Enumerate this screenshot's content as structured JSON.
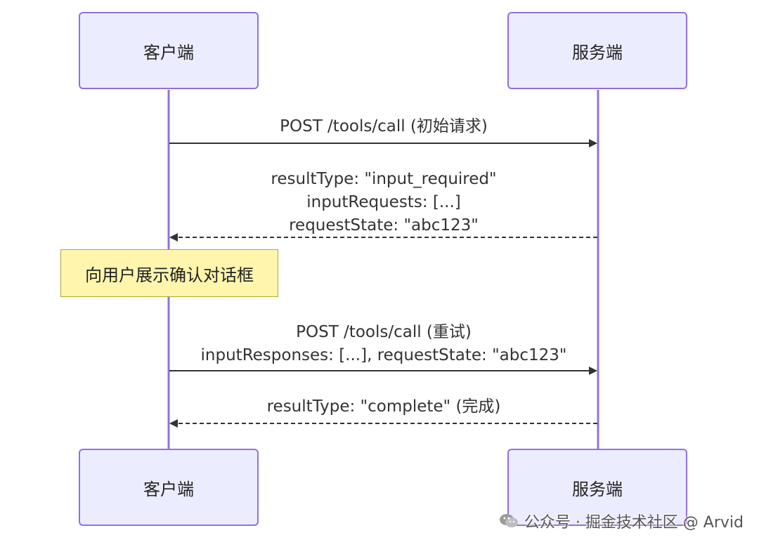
{
  "participants": {
    "client_top": "客户端",
    "server_top": "服务端",
    "client_bottom": "客户端",
    "server_bottom": "服务端"
  },
  "messages": [
    {
      "direction": "client-to-server",
      "style": "solid",
      "lines": [
        "POST /tools/call (初始请求)"
      ]
    },
    {
      "direction": "server-to-client",
      "style": "dashed",
      "lines": [
        "resultType: \"input_required\"",
        "inputRequests: [...]",
        "requestState: \"abc123\""
      ]
    },
    {
      "direction": "client-to-server",
      "style": "solid",
      "lines": [
        "POST /tools/call (重试)",
        "inputResponses: [...], requestState: \"abc123\""
      ]
    },
    {
      "direction": "server-to-client",
      "style": "dashed",
      "lines": [
        "resultType: \"complete\" (完成)"
      ]
    }
  ],
  "note": {
    "text": "向用户展示确认对话框"
  },
  "watermark": {
    "text": "公众号 · 掘金技术社区 @ Arvid",
    "icon": "wechat-icon"
  },
  "colors": {
    "actor_fill": "#ECECFF",
    "actor_border": "#9370DB",
    "lifeline": "#9370DB",
    "arrow": "#333333",
    "note_fill": "#FFF5AD",
    "note_border": "#AAAA33"
  }
}
